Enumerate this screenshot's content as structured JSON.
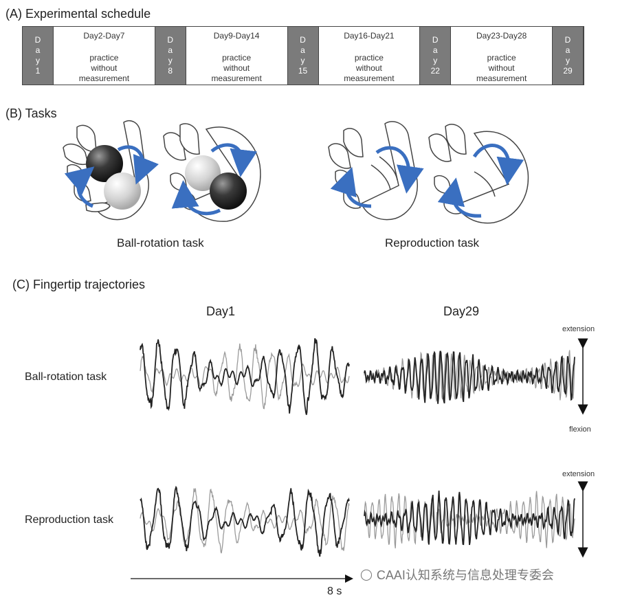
{
  "sections": {
    "a_title": "(A) Experimental schedule",
    "b_title": "(B) Tasks",
    "c_title": "(C) Fingertip trajectories"
  },
  "schedule": [
    {
      "kind": "day",
      "chars": [
        "D",
        "a",
        "y",
        "1"
      ]
    },
    {
      "kind": "period",
      "range": "Day2-Day7",
      "note": [
        "practice",
        "without",
        "measurement"
      ]
    },
    {
      "kind": "day",
      "chars": [
        "D",
        "a",
        "y",
        "8"
      ]
    },
    {
      "kind": "period",
      "range": "Day9-Day14",
      "note": [
        "practice",
        "without",
        "measurement"
      ]
    },
    {
      "kind": "day",
      "chars": [
        "D",
        "a",
        "y",
        "15"
      ]
    },
    {
      "kind": "period",
      "range": "Day16-Day21",
      "note": [
        "practice",
        "without",
        "measurement"
      ]
    },
    {
      "kind": "day",
      "chars": [
        "D",
        "a",
        "y",
        "22"
      ]
    },
    {
      "kind": "period",
      "range": "Day23-Day28",
      "note": [
        "practice",
        "without",
        "measurement"
      ]
    },
    {
      "kind": "day",
      "chars": [
        "D",
        "a",
        "y",
        "29"
      ]
    }
  ],
  "tasks": {
    "ball_rotation": "Ball-rotation task",
    "reproduction": "Reproduction task"
  },
  "trajectories": {
    "day1": "Day1",
    "day29": "Day29",
    "row_ball": "Ball-rotation task",
    "row_repro": "Reproduction task",
    "extension": "extension",
    "flexion": "flexion",
    "time_scale": "8 s"
  },
  "colors": {
    "arrow_blue": "#3a6fc0",
    "dark_trace": "#222222",
    "light_trace": "#9a9a9a"
  },
  "watermark": "CAAI认知系统与信息处理专委会"
}
